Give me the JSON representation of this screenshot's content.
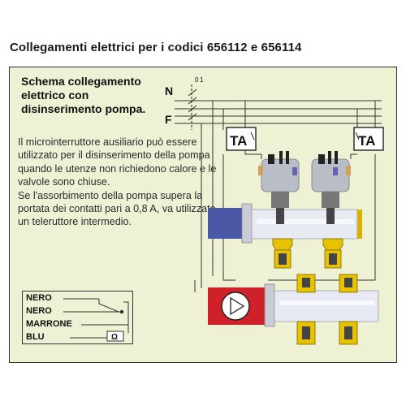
{
  "title": "Collegamenti elettrici per i codici 656112 e 656114",
  "heading": "Schema collegamento elettrico con disinserimento pompa.",
  "description": [
    "Il microinterruttore ausiliario può essere utilizzato per il disinserimento della pompa quando le utenze non richiedono calore e le valvole sono chiuse.",
    "Se l'assorbimento della pompa supera la portata dei contatti pari a 0,8 A, va utilizzato un teleruttore intermedio."
  ],
  "line_labels": {
    "neutral": "N",
    "phase": "F",
    "switch_off": "0",
    "switch_on": "1"
  },
  "thermostat_labels": [
    "TA",
    "TA"
  ],
  "wire_colors": [
    "NERO",
    "NERO",
    "MARRONE",
    "BLU"
  ],
  "ohm_symbol": "Ω",
  "colors": {
    "panel_bg": "#eef1d4",
    "pipe": "#e7eaf2",
    "brass": "#e6c200",
    "cold_flow": "#4b58a6",
    "pump": "#d0212b",
    "actuator": "#b9bec6"
  }
}
